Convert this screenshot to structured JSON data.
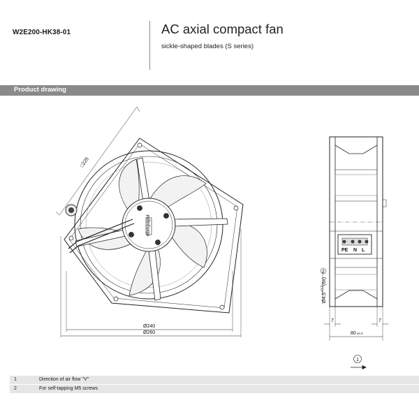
{
  "header": {
    "model": "W2E200-HK38-01",
    "title": "AC axial compact fan",
    "subtitle": "sickle-shaped blades (S series)"
  },
  "section": {
    "title": "Product drawing"
  },
  "drawing": {
    "dims": {
      "diag": "□225",
      "d240": "Ø240",
      "d260": "Ø260",
      "hole": "Ø4.5",
      "hole_tol": "+0.2",
      "hole_tol2": "(6x)",
      "ref2": "2",
      "w7a": "7",
      "w7b": "7",
      "w80": "80",
      "w80_tol": "±0.3",
      "ref1": "1"
    },
    "terminal": {
      "pe": "PE",
      "n": "N",
      "l": "L"
    },
    "motor_label": "ebmpapst"
  },
  "notes": [
    {
      "num": "1",
      "text": "Direction of air flow \"V\""
    },
    {
      "num": "2",
      "text": "For self-tapping M5 screws"
    }
  ]
}
